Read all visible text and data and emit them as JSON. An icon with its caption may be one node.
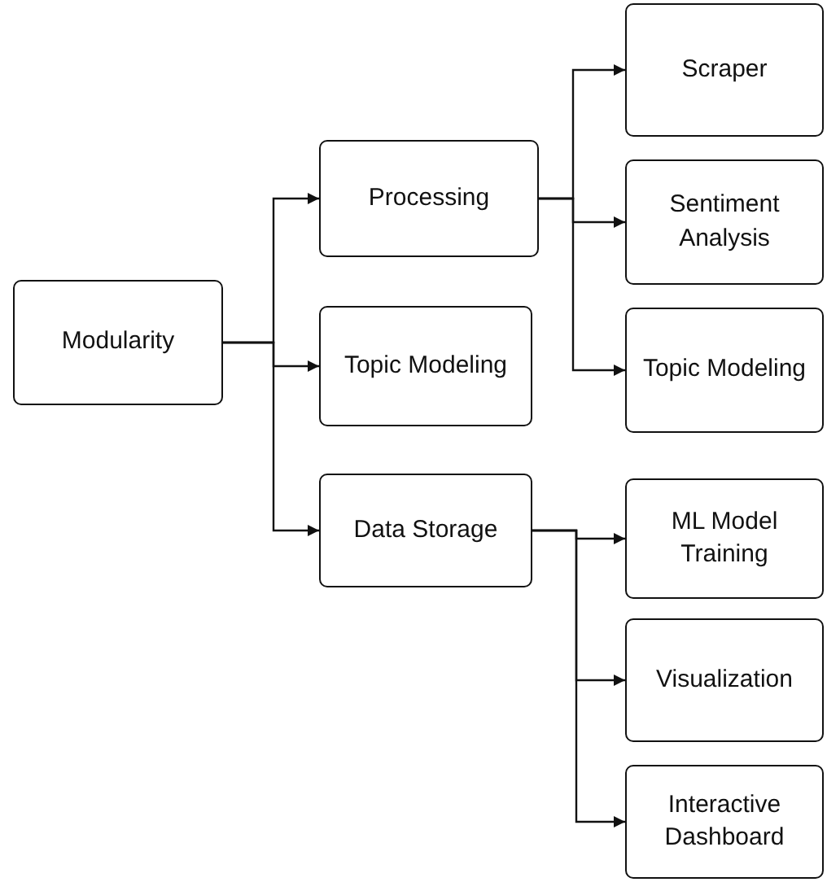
{
  "diagram": {
    "nodes": [
      {
        "text": [
          "Modularity"
        ]
      },
      {
        "text": [
          "Processing"
        ]
      },
      {
        "text": [
          "Topic Modeling"
        ]
      },
      {
        "text": [
          "Data Storage"
        ]
      },
      {
        "text": [
          "Scraper"
        ]
      },
      {
        "text": [
          "Sentiment Analysis"
        ]
      },
      {
        "text": [
          "Topic Modeling"
        ]
      },
      {
        "text": [
          "ML Model Training"
        ]
      },
      {
        "text": [
          "Visualization"
        ]
      },
      {
        "text": [
          "Interactive Dashboard"
        ]
      }
    ],
    "edges": [
      {
        "from": 0,
        "to": 1,
        "arrow": "to"
      },
      {
        "from": 0,
        "to": 2,
        "arrow": "to"
      },
      {
        "from": 0,
        "to": 3,
        "arrow": "to"
      },
      {
        "from": 1,
        "to": 4,
        "arrow": "to"
      },
      {
        "from": 1,
        "to": 5,
        "arrow": "to"
      },
      {
        "from": 1,
        "to": 6,
        "arrow": "to"
      },
      {
        "from": 3,
        "to": 7,
        "arrow": "to"
      },
      {
        "from": 3,
        "to": 8,
        "arrow": "to"
      },
      {
        "from": 3,
        "to": 9,
        "arrow": "to"
      }
    ]
  }
}
